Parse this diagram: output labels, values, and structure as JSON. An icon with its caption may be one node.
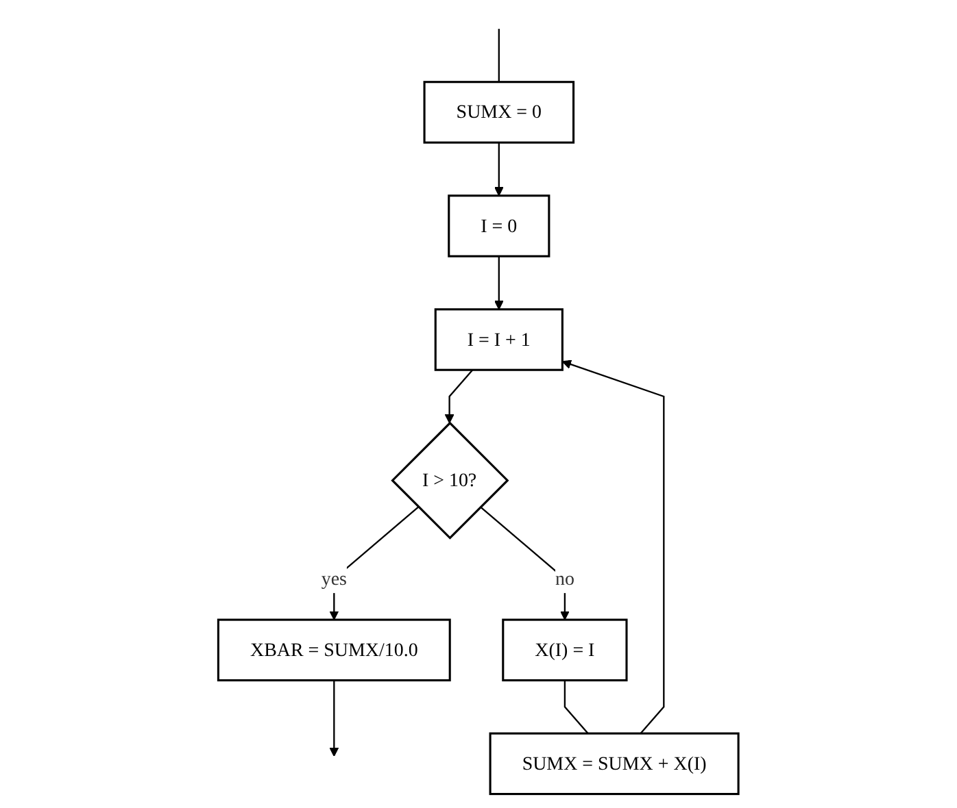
{
  "diagram": {
    "nodes": [
      {
        "text": [
          "SUMX = 0"
        ]
      },
      {
        "text": [
          "I = 0"
        ]
      },
      {
        "text": [
          "I = I + 1"
        ]
      },
      {
        "text": [
          "I > 10?"
        ]
      },
      {
        "text": [
          "X(I) = I"
        ]
      },
      {
        "text": [
          "SUMX = SUMX + X(I)"
        ]
      },
      {
        "text": [
          "XBAR = SUMX/10.0"
        ]
      }
    ],
    "edges": [
      {
        "from": null,
        "to": 0,
        "arrow": "none"
      },
      {
        "from": 0,
        "to": 1,
        "arrow": "to"
      },
      {
        "from": 1,
        "to": 2,
        "arrow": "to"
      },
      {
        "from": 2,
        "to": 3,
        "arrow": "to"
      },
      {
        "from": 3,
        "to": 6,
        "label": "yes",
        "arrow": "to"
      },
      {
        "from": 3,
        "to": 4,
        "label": "no",
        "arrow": "to"
      },
      {
        "from": 4,
        "to": 5,
        "arrow": "none"
      },
      {
        "from": 5,
        "to": 2,
        "arrow": "to"
      },
      {
        "from": 6,
        "to": null,
        "arrow": "to"
      }
    ]
  }
}
